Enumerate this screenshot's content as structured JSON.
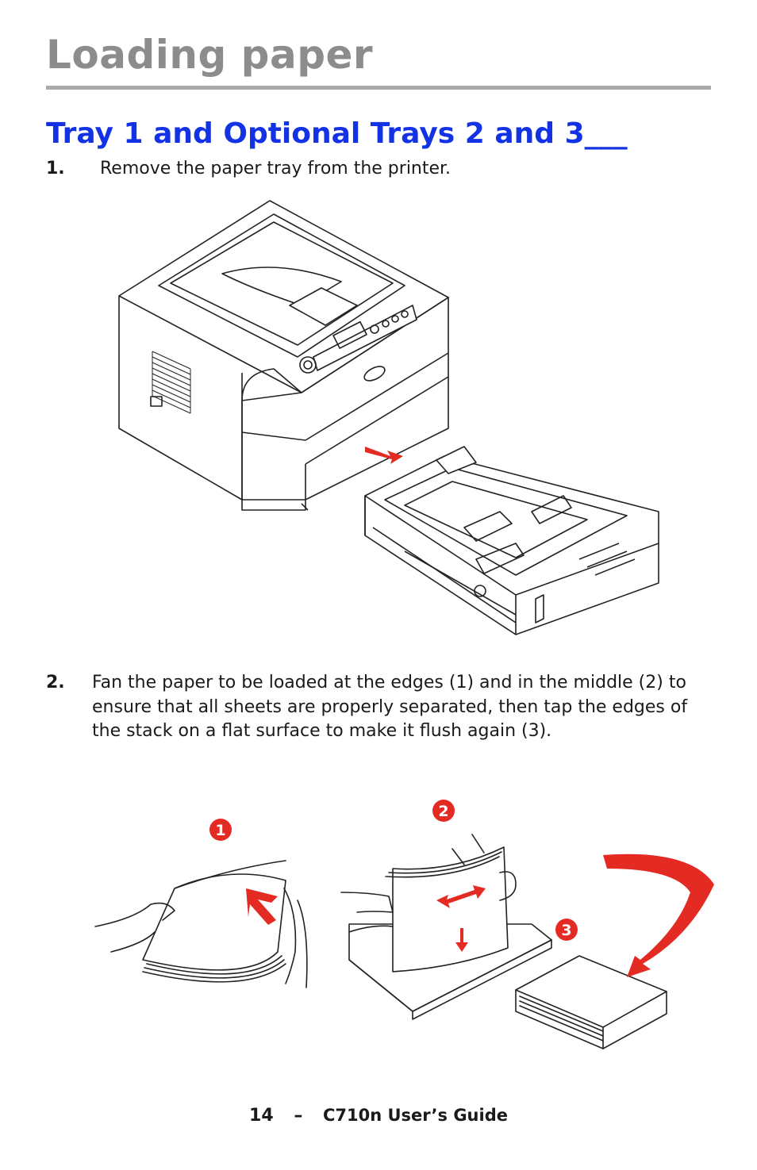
{
  "page": {
    "title": "Loading paper",
    "section_heading": "Tray 1 and Optional Trays 2 and 3___"
  },
  "steps": [
    {
      "number": "1.",
      "text": "Remove the paper tray from the printer."
    },
    {
      "number": "2.",
      "text": "Fan the paper to be loaded at the edges (1) and in the middle (2) to ensure that all sheets are properly separated, then tap the edges of the stack on a flat surface to make it flush again (3)."
    }
  ],
  "figure2": {
    "callouts": [
      "1",
      "2",
      "3"
    ],
    "callout_color": "#e32b24"
  },
  "footer": {
    "page_number": "14",
    "separator": "–",
    "guide_title": "C710n User’s Guide"
  },
  "colors": {
    "title": "#8c8c8c",
    "heading": "#1232e4",
    "arrow_red": "#e32b24"
  }
}
